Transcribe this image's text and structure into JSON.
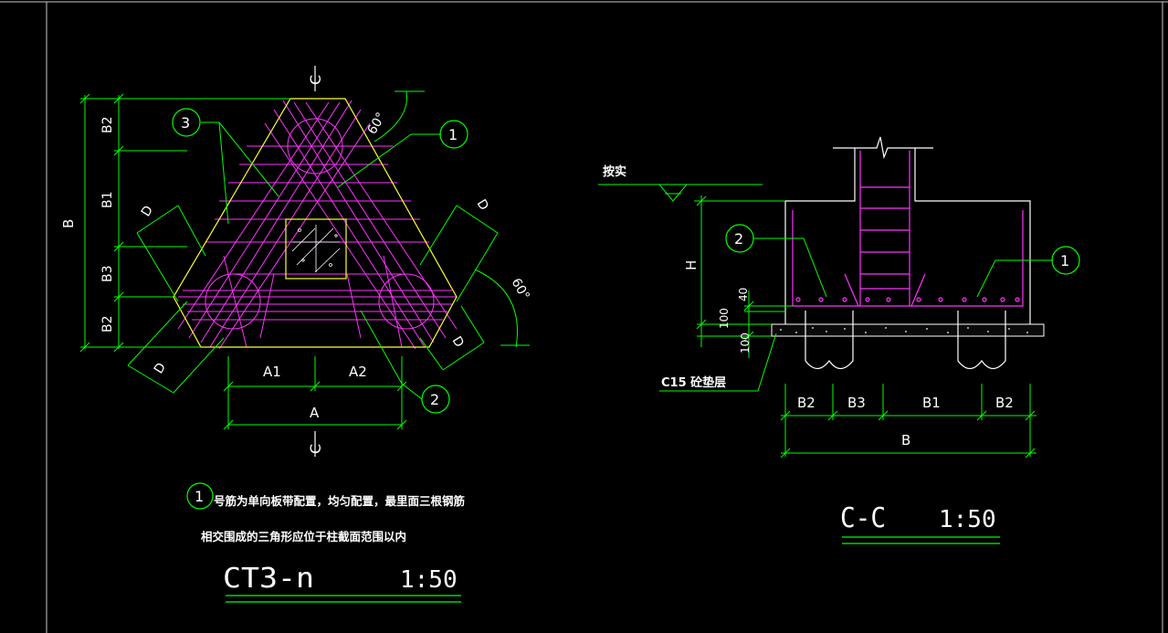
{
  "colors": {
    "background": "#000000",
    "frame": "#c8c8c8",
    "dimension": "#00ff00",
    "outline": "#ffff33",
    "rebar": "#ff33ff",
    "text": "#ffffff",
    "hatch": "#ffffff"
  },
  "plan": {
    "labels": {
      "b": "B",
      "b1": "B1",
      "b2_top": "B2",
      "b3": "B3",
      "b2_bottom": "B2",
      "d_left": "D",
      "d_right": "D",
      "d_bottom_left": "D",
      "d_bottom_right": "D",
      "a1": "A1",
      "a2": "A2",
      "a": "A",
      "angle_top": "60°",
      "angle_right": "60°",
      "section_mark_top": "C",
      "section_mark_bottom": "C"
    },
    "callouts": [
      "3",
      "1",
      "2"
    ],
    "note": {
      "marker": "1",
      "line1": "号筋为单向板带配置，均匀配置，最里面三根钢筋",
      "line2": "相交围成的三角形应位于柱截面范围以内"
    },
    "title": {
      "name": "CT3-n",
      "scale": "1:50"
    }
  },
  "section": {
    "labels": {
      "compact": "按实",
      "h": "H",
      "dim_40": "40",
      "dim_100_top": "100",
      "dim_100_bottom": "100",
      "bedding": "C15 砼垫层",
      "b2_left": "B2",
      "b3": "B3",
      "b1": "B1",
      "b2_right": "B2",
      "b": "B"
    },
    "callouts": [
      "2",
      "1"
    ],
    "title": {
      "name": "C-C",
      "scale": "1:50"
    }
  }
}
